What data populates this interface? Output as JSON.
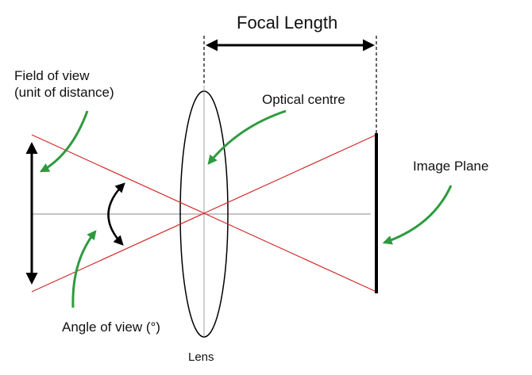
{
  "labels": {
    "focal_length": "Focal Length",
    "field_of_view_line1": "Field of view",
    "field_of_view_line2": "(unit of distance)",
    "optical_centre": "Optical centre",
    "image_plane": "Image Plane",
    "angle_of_view": "Angle of view (°)",
    "lens": "Lens"
  },
  "colors": {
    "rays": "#d42a2a",
    "pointers": "#2e9a3e",
    "lines": "#000000",
    "axis": "#888888"
  }
}
